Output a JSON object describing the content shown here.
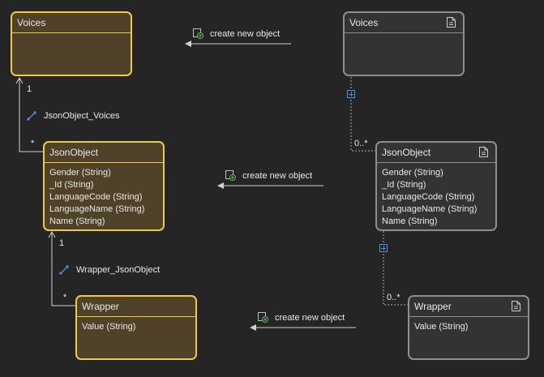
{
  "left": {
    "voices": {
      "title": "Voices",
      "fields": []
    },
    "jsonobject": {
      "title": "JsonObject",
      "fields": [
        "Gender (String)",
        "_Id (String)",
        "LanguageCode (String)",
        "LanguageName (String)",
        "Name (String)"
      ]
    },
    "wrapper": {
      "title": "Wrapper",
      "fields": [
        "Value (String)"
      ]
    }
  },
  "right": {
    "voices": {
      "title": "Voices",
      "fields": []
    },
    "jsonobject": {
      "title": "JsonObject",
      "fields": [
        "Gender (String)",
        "_Id (String)",
        "LanguageCode (String)",
        "LanguageName (String)",
        "Name (String)"
      ]
    },
    "wrapper": {
      "title": "Wrapper",
      "fields": [
        "Value (String)"
      ]
    }
  },
  "associations": {
    "voices_jsonobject": {
      "name": "JsonObject_Voices",
      "one": "1",
      "many": "*"
    },
    "jsonobject_wrapper": {
      "name": "Wrapper_JsonObject",
      "one": "1",
      "many": "*"
    }
  },
  "right_links": {
    "voices_jsonobject_mult": "0..*",
    "jsonobject_wrapper_mult": "0..*"
  },
  "actions": [
    "create new object",
    "create new object",
    "create new object"
  ],
  "colors": {
    "background": "#252526",
    "selected_border": "#f0c94b",
    "selected_fill": "#4f4228",
    "entity_border": "#8e8e8e",
    "entity_fill": "#333333",
    "accent": "#4e8fd6",
    "action_icon": "#5cb85c"
  },
  "icons": {
    "entity": "document-icon",
    "action": "create-object-icon",
    "association": "association-icon",
    "expander": "expand-icon"
  }
}
